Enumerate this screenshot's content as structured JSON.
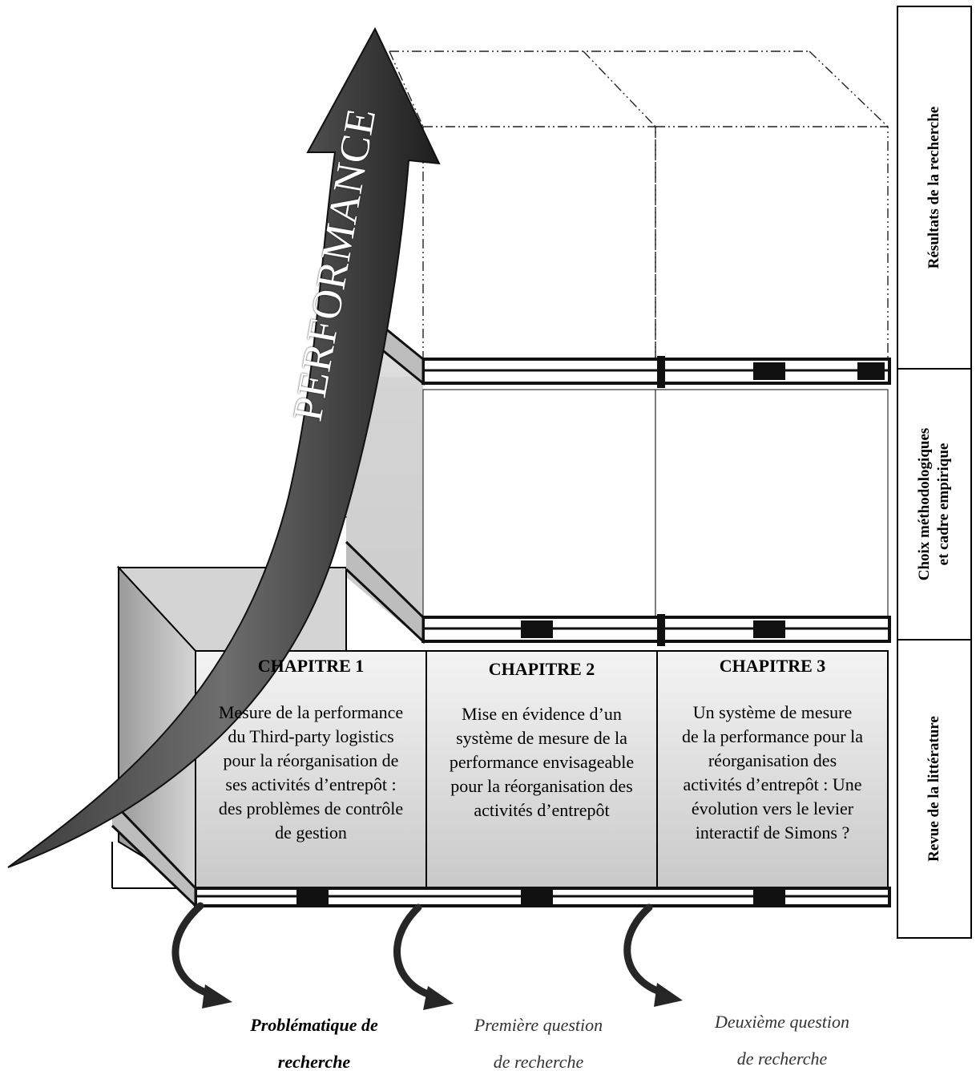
{
  "axis_word": "PERFORMANCE",
  "chapters": [
    {
      "title": "CHAPITRE 1",
      "lines": [
        "Mesure de la performance",
        "du Third-party logistics",
        "pour la réorganisation de",
        "ses activités d’entrepôt :",
        "des problèmes de contrôle",
        "de gestion"
      ]
    },
    {
      "title": "CHAPITRE 2",
      "lines": [
        "Mise en évidence d’un",
        "système de mesure de la",
        "performance envisageable",
        "pour la réorganisation des",
        "activités d’entrepôt"
      ]
    },
    {
      "title": "CHAPITRE 3",
      "lines": [
        "Un système de mesure",
        "de la performance pour la",
        "réorganisation des",
        "activités d’entrepôt : Une",
        "évolution vers le levier",
        "interactif de Simons ?"
      ]
    }
  ],
  "side_labels": {
    "top": [
      "Résultats de la recherche"
    ],
    "middle": [
      "Choix méthodologiques",
      "et cadre empirique"
    ],
    "bottom": [
      "Revue de la littérature"
    ]
  },
  "questions": [
    [
      "Problématique de",
      "recherche"
    ],
    [
      "Première question",
      "de recherche"
    ],
    [
      "Deuxième question",
      "de recherche"
    ]
  ],
  "colors": {
    "box_fill": "#d9d9d9",
    "box_fill_light": "#ebebeb",
    "arrow_dark": "#2b2b2b",
    "shelf": "#111111",
    "curve_arrow": "#262626"
  }
}
